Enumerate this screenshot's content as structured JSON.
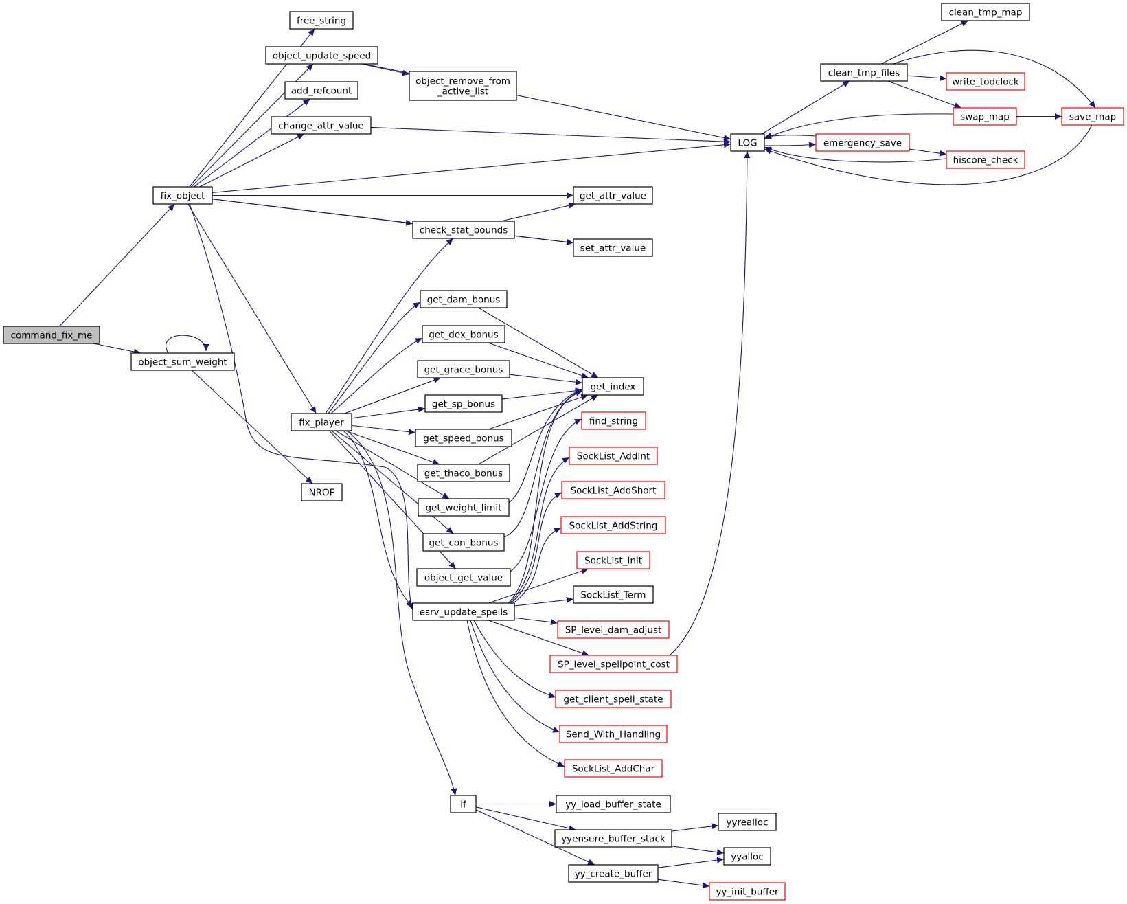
{
  "colors": {
    "edge": "#191970",
    "node_border": "#000000",
    "node_border_external": "#ff0000",
    "root_fill": "#bfbfbf",
    "node_fill": "#ffffff",
    "text": "#000000"
  },
  "nodes": [
    {
      "id": "command_fix_me",
      "lines": [
        "command_fix_me"
      ],
      "root": true
    },
    {
      "id": "fix_object",
      "lines": [
        "fix_object"
      ]
    },
    {
      "id": "object_sum_weight",
      "lines": [
        "object_sum_weight"
      ]
    },
    {
      "id": "free_string",
      "lines": [
        "free_string"
      ]
    },
    {
      "id": "object_update_speed",
      "lines": [
        "object_update_speed"
      ]
    },
    {
      "id": "object_remove_from_active_list",
      "lines": [
        "object_remove_from",
        "_active_list"
      ]
    },
    {
      "id": "add_refcount",
      "lines": [
        "add_refcount"
      ]
    },
    {
      "id": "change_attr_value",
      "lines": [
        "change_attr_value"
      ]
    },
    {
      "id": "LOG",
      "lines": [
        "LOG"
      ]
    },
    {
      "id": "get_attr_value",
      "lines": [
        "get_attr_value"
      ]
    },
    {
      "id": "check_stat_bounds",
      "lines": [
        "check_stat_bounds"
      ]
    },
    {
      "id": "set_attr_value",
      "lines": [
        "set_attr_value"
      ]
    },
    {
      "id": "fix_player",
      "lines": [
        "fix_player"
      ]
    },
    {
      "id": "NROF",
      "lines": [
        "NROF"
      ]
    },
    {
      "id": "if",
      "lines": [
        "if"
      ]
    },
    {
      "id": "get_dam_bonus",
      "lines": [
        "get_dam_bonus"
      ]
    },
    {
      "id": "get_dex_bonus",
      "lines": [
        "get_dex_bonus"
      ]
    },
    {
      "id": "get_grace_bonus",
      "lines": [
        "get_grace_bonus"
      ]
    },
    {
      "id": "get_sp_bonus",
      "lines": [
        "get_sp_bonus"
      ]
    },
    {
      "id": "get_speed_bonus",
      "lines": [
        "get_speed_bonus"
      ]
    },
    {
      "id": "get_thaco_bonus",
      "lines": [
        "get_thaco_bonus"
      ]
    },
    {
      "id": "get_weight_limit",
      "lines": [
        "get_weight_limit"
      ]
    },
    {
      "id": "get_con_bonus",
      "lines": [
        "get_con_bonus"
      ]
    },
    {
      "id": "object_get_value",
      "lines": [
        "object_get_value"
      ]
    },
    {
      "id": "esrv_update_spells",
      "lines": [
        "esrv_update_spells"
      ]
    },
    {
      "id": "get_index",
      "lines": [
        "get_index"
      ]
    },
    {
      "id": "find_string",
      "lines": [
        "find_string"
      ],
      "external": true
    },
    {
      "id": "SockList_AddInt",
      "lines": [
        "SockList_AddInt"
      ],
      "external": true
    },
    {
      "id": "SockList_AddShort",
      "lines": [
        "SockList_AddShort"
      ],
      "external": true
    },
    {
      "id": "SockList_AddString",
      "lines": [
        "SockList_AddString"
      ],
      "external": true
    },
    {
      "id": "SockList_Init",
      "lines": [
        "SockList_Init"
      ],
      "external": true
    },
    {
      "id": "SockList_Term",
      "lines": [
        "SockList_Term"
      ]
    },
    {
      "id": "SP_level_dam_adjust",
      "lines": [
        "SP_level_dam_adjust"
      ],
      "external": true
    },
    {
      "id": "SP_level_spellpoint_cost",
      "lines": [
        "SP_level_spellpoint_cost"
      ],
      "external": true
    },
    {
      "id": "get_client_spell_state",
      "lines": [
        "get_client_spell_state"
      ],
      "external": true
    },
    {
      "id": "Send_With_Handling",
      "lines": [
        "Send_With_Handling"
      ],
      "external": true
    },
    {
      "id": "SockList_AddChar",
      "lines": [
        "SockList_AddChar"
      ],
      "external": true
    },
    {
      "id": "yy_load_buffer_state",
      "lines": [
        "yy_load_buffer_state"
      ]
    },
    {
      "id": "yyensure_buffer_stack",
      "lines": [
        "yyensure_buffer_stack"
      ]
    },
    {
      "id": "yy_create_buffer",
      "lines": [
        "yy_create_buffer"
      ]
    },
    {
      "id": "yyrealloc",
      "lines": [
        "yyrealloc"
      ]
    },
    {
      "id": "yyalloc",
      "lines": [
        "yyalloc"
      ]
    },
    {
      "id": "yy_init_buffer",
      "lines": [
        "yy_init_buffer"
      ],
      "external": true
    },
    {
      "id": "clean_tmp_files",
      "lines": [
        "clean_tmp_files"
      ]
    },
    {
      "id": "clean_tmp_map",
      "lines": [
        "clean_tmp_map"
      ]
    },
    {
      "id": "write_todclock",
      "lines": [
        "write_todclock"
      ],
      "external": true
    },
    {
      "id": "swap_map",
      "lines": [
        "swap_map"
      ],
      "external": true
    },
    {
      "id": "emergency_save",
      "lines": [
        "emergency_save"
      ],
      "external": true
    },
    {
      "id": "hiscore_check",
      "lines": [
        "hiscore_check"
      ],
      "external": true
    },
    {
      "id": "save_map",
      "lines": [
        "save_map"
      ],
      "external": true
    }
  ],
  "edges": [
    [
      "command_fix_me",
      "fix_object"
    ],
    [
      "command_fix_me",
      "object_sum_weight"
    ],
    [
      "object_sum_weight",
      "object_sum_weight"
    ],
    [
      "object_sum_weight",
      "NROF"
    ],
    [
      "fix_object",
      "free_string"
    ],
    [
      "fix_object",
      "object_update_speed"
    ],
    [
      "fix_object",
      "add_refcount"
    ],
    [
      "fix_object",
      "change_attr_value"
    ],
    [
      "fix_object",
      "LOG"
    ],
    [
      "fix_object",
      "get_attr_value"
    ],
    [
      "fix_object",
      "check_stat_bounds"
    ],
    [
      "fix_object",
      "set_attr_value"
    ],
    [
      "fix_object",
      "fix_player"
    ],
    [
      "fix_object",
      "esrv_update_spells"
    ],
    [
      "object_update_speed",
      "object_remove_from_active_list"
    ],
    [
      "object_update_speed",
      "LOG"
    ],
    [
      "change_attr_value",
      "LOG"
    ],
    [
      "check_stat_bounds",
      "get_attr_value"
    ],
    [
      "check_stat_bounds",
      "set_attr_value"
    ],
    [
      "fix_player",
      "check_stat_bounds"
    ],
    [
      "fix_player",
      "get_dam_bonus"
    ],
    [
      "fix_player",
      "get_dex_bonus"
    ],
    [
      "fix_player",
      "get_grace_bonus"
    ],
    [
      "fix_player",
      "get_sp_bonus"
    ],
    [
      "fix_player",
      "get_speed_bonus"
    ],
    [
      "fix_player",
      "get_thaco_bonus"
    ],
    [
      "fix_player",
      "get_weight_limit"
    ],
    [
      "fix_player",
      "get_con_bonus"
    ],
    [
      "fix_player",
      "object_get_value"
    ],
    [
      "fix_player",
      "esrv_update_spells"
    ],
    [
      "fix_player",
      "if"
    ],
    [
      "get_dam_bonus",
      "get_index"
    ],
    [
      "get_dex_bonus",
      "get_index"
    ],
    [
      "get_grace_bonus",
      "get_index"
    ],
    [
      "get_sp_bonus",
      "get_index"
    ],
    [
      "get_speed_bonus",
      "get_index"
    ],
    [
      "get_thaco_bonus",
      "get_index"
    ],
    [
      "get_weight_limit",
      "get_index"
    ],
    [
      "get_con_bonus",
      "get_index"
    ],
    [
      "object_get_value",
      "find_string"
    ],
    [
      "esrv_update_spells",
      "get_index"
    ],
    [
      "esrv_update_spells",
      "SockList_AddInt"
    ],
    [
      "esrv_update_spells",
      "SockList_AddShort"
    ],
    [
      "esrv_update_spells",
      "SockList_AddString"
    ],
    [
      "esrv_update_spells",
      "SockList_Init"
    ],
    [
      "esrv_update_spells",
      "SockList_Term"
    ],
    [
      "esrv_update_spells",
      "SP_level_dam_adjust"
    ],
    [
      "esrv_update_spells",
      "SP_level_spellpoint_cost"
    ],
    [
      "esrv_update_spells",
      "get_client_spell_state"
    ],
    [
      "esrv_update_spells",
      "Send_With_Handling"
    ],
    [
      "esrv_update_spells",
      "SockList_AddChar"
    ],
    [
      "SP_level_spellpoint_cost",
      "LOG"
    ],
    [
      "if",
      "yy_load_buffer_state"
    ],
    [
      "if",
      "yyensure_buffer_stack"
    ],
    [
      "if",
      "yy_create_buffer"
    ],
    [
      "yyensure_buffer_stack",
      "yyrealloc"
    ],
    [
      "yyensure_buffer_stack",
      "yyalloc"
    ],
    [
      "yy_create_buffer",
      "yyalloc"
    ],
    [
      "yy_create_buffer",
      "yy_init_buffer"
    ],
    [
      "LOG",
      "clean_tmp_files"
    ],
    [
      "LOG",
      "emergency_save"
    ],
    [
      "clean_tmp_files",
      "clean_tmp_map"
    ],
    [
      "clean_tmp_files",
      "write_todclock"
    ],
    [
      "clean_tmp_files",
      "swap_map"
    ],
    [
      "clean_tmp_files",
      "save_map"
    ],
    [
      "swap_map",
      "LOG"
    ],
    [
      "swap_map",
      "save_map"
    ],
    [
      "emergency_save",
      "LOG"
    ],
    [
      "emergency_save",
      "hiscore_check"
    ],
    [
      "hiscore_check",
      "LOG"
    ],
    [
      "save_map",
      "LOG"
    ]
  ]
}
